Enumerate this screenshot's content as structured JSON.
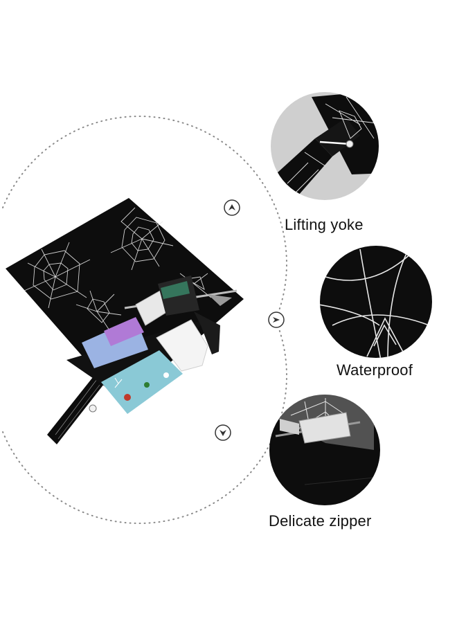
{
  "features": [
    {
      "label": "Lifting yoke",
      "icon": "lifting-yoke-detail"
    },
    {
      "label": "Waterproof",
      "icon": "waterproof-fabric-detail"
    },
    {
      "label": "Delicate zipper",
      "icon": "zipper-detail"
    }
  ],
  "colors": {
    "bag": "#0d0d0d",
    "web": "#e9e9e9",
    "circle_bg": "#cfcfcf",
    "dotted_arc": "#8a8a8a",
    "text": "#111111"
  }
}
